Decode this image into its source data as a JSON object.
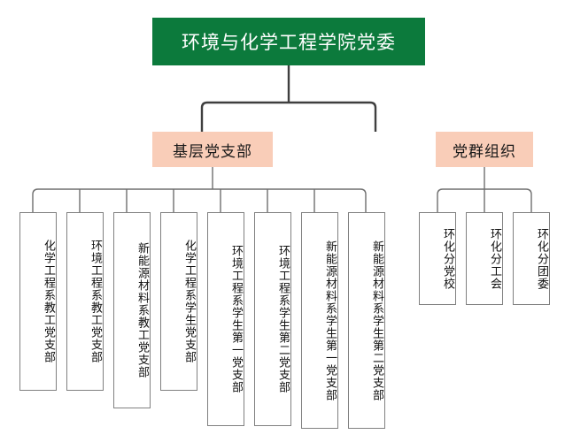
{
  "chart": {
    "title": "环境与化学工程学院党委",
    "background_color": "#ffffff",
    "root": {
      "label": "环境与化学工程学院党委",
      "fill_color": "#0c7a3c",
      "text_color": "#ffffff"
    },
    "branches": [
      {
        "id": "grassroots-party-branches",
        "label": "基层党支部",
        "fill_color": "#f9cdb8",
        "text_color": "#1a1a1a"
      },
      {
        "id": "party-mass-organizations",
        "label": "党群组织",
        "fill_color": "#f9cdb8",
        "text_color": "#1a1a1a"
      }
    ],
    "grassroots_leaves": [
      {
        "label": "化学工程系教工党支部"
      },
      {
        "label": "环境工程系教工党支部"
      },
      {
        "label": "新能源材料系教工党支部"
      },
      {
        "label": "化学工程系学生党支部"
      },
      {
        "label": "环境工程系学生第一党支部"
      },
      {
        "label": "环境工程系学生第二党支部"
      },
      {
        "label": "新能源材料系学生第一党支部"
      },
      {
        "label": "新能源材料系学生第二党支部"
      }
    ],
    "mass_leaves": [
      {
        "label": "环化分党校"
      },
      {
        "label": "环化分工会"
      },
      {
        "label": "环化分团委"
      }
    ],
    "connector": {
      "primary_color": "#3f3f3f",
      "secondary_color": "#6e6e6e"
    }
  }
}
